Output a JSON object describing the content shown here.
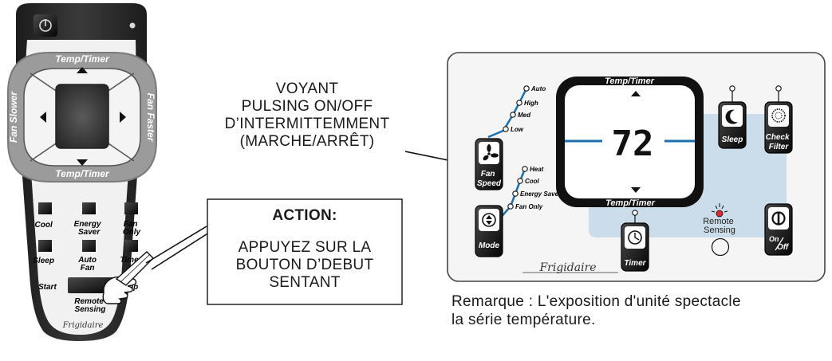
{
  "remote": {
    "dpad_top": "Temp/Timer",
    "dpad_bottom": "Temp/Timer",
    "dpad_left": "Fan Slower",
    "dpad_right": "Fan Faster",
    "buttons": [
      {
        "lines": [
          "Cool",
          ""
        ]
      },
      {
        "lines": [
          "Energy",
          "Saver"
        ]
      },
      {
        "lines": [
          "Fan",
          "Only"
        ]
      },
      {
        "lines": [
          "Sleep",
          ""
        ]
      },
      {
        "lines": [
          "Auto",
          "Fan"
        ]
      },
      {
        "lines": [
          "Timer",
          ""
        ]
      }
    ],
    "start_label": "Start",
    "stop_label": "Stop",
    "remote_sensing": [
      "Remote",
      "Sensing"
    ],
    "brand": "Frigidaire"
  },
  "callout_voyant": {
    "lines": [
      "VOYANT",
      "PULSING ON/OFF",
      "D’INTERMITTEMMENT",
      "(MARCHE/ARRÊT)"
    ]
  },
  "action_box": {
    "title": "ACTION:",
    "lines": [
      "APPUYEZ SUR LA",
      "BOUTON D’DEBUT",
      "SENTANT"
    ]
  },
  "panel": {
    "display_top_label": "Temp/Timer",
    "display_bottom_label": "Temp/Timer",
    "temperature": "72",
    "fan_speed_levels": [
      "Auto",
      "High",
      "Med",
      "Low"
    ],
    "fan_speed_label": [
      "Fan",
      "Speed"
    ],
    "mode_levels": [
      "Heat",
      "Cool",
      "Energy Saver",
      "Fan Only"
    ],
    "mode_label": "Mode",
    "sleep_label": "Sleep",
    "check_filter_label": [
      "Check",
      "Filter"
    ],
    "timer_label": "Timer",
    "remote_sensing": [
      "Remote",
      "Sensing"
    ],
    "onoff_label": [
      "On",
      "Off"
    ],
    "brand": "Frigidaire"
  },
  "note": {
    "lines": [
      "Remarque : L'exposition d'unité spectacle",
      "la série température."
    ]
  },
  "colors": {
    "panel_blue": "#cbdcea",
    "indicator_line": "#1e6fb0",
    "led_red": "#e3262b",
    "dpad_grey": "#9b9b9b",
    "button_black": "#111111"
  }
}
